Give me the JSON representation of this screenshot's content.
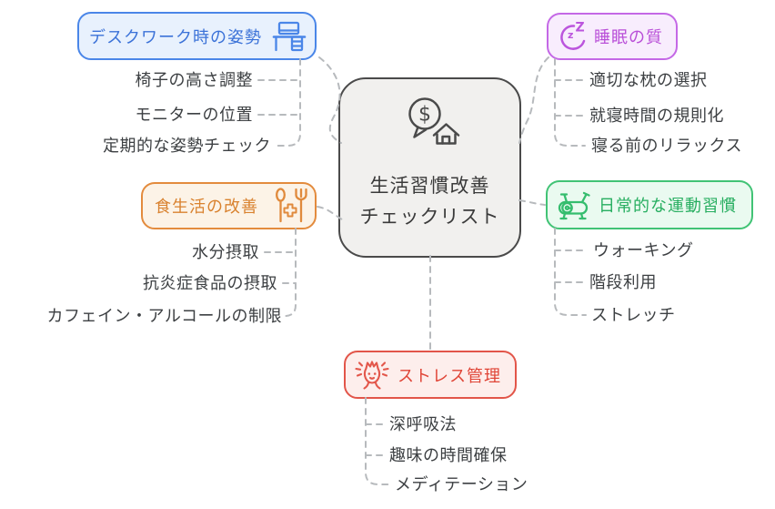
{
  "diagram": {
    "center": {
      "icon": "money-bubble-house-icon",
      "title_line1": "生活習慣改善",
      "title_line2": "チェックリスト",
      "fill": "#f1f0ee",
      "border": "#4a4a4a"
    },
    "branches": {
      "posture": {
        "label": "デスクワーク時の姿勢",
        "icon": "desk-computer-icon",
        "border": "#4a86e8",
        "fill": "#e8f1fd",
        "text": "#3b72d8",
        "children": [
          "椅子の高さ調整",
          "モニターの位置",
          "定期的な姿勢チェック"
        ]
      },
      "sleep": {
        "label": "睡眠の質",
        "icon": "moon-zzz-icon",
        "border": "#c468e6",
        "fill": "#f8edfd",
        "text": "#b94fd8",
        "children": [
          "適切な枕の選択",
          "就寝時間の規則化",
          "寝る前のリラックス"
        ]
      },
      "diet": {
        "label": "食生活の改善",
        "icon": "cutlery-plus-icon",
        "border": "#e38b3d",
        "fill": "#fcf3e7",
        "text": "#d9822f",
        "children": [
          "水分摂取",
          "抗炎症食品の摂取",
          "カフェイン・アルコールの制限"
        ]
      },
      "exercise": {
        "label": "日常的な運動習慣",
        "icon": "exercise-bike-icon",
        "border": "#41c375",
        "fill": "#eafaf0",
        "text": "#27ae60",
        "children": [
          "ウォーキング",
          "階段利用",
          "ストレッチ"
        ]
      },
      "stress": {
        "label": "ストレス管理",
        "icon": "stressed-face-icon",
        "border": "#e25549",
        "fill": "#fdeeec",
        "text": "#e04537",
        "children": [
          "深呼吸法",
          "趣味の時間確保",
          "メディテーション"
        ]
      }
    },
    "connector_color": "#b7babd"
  }
}
